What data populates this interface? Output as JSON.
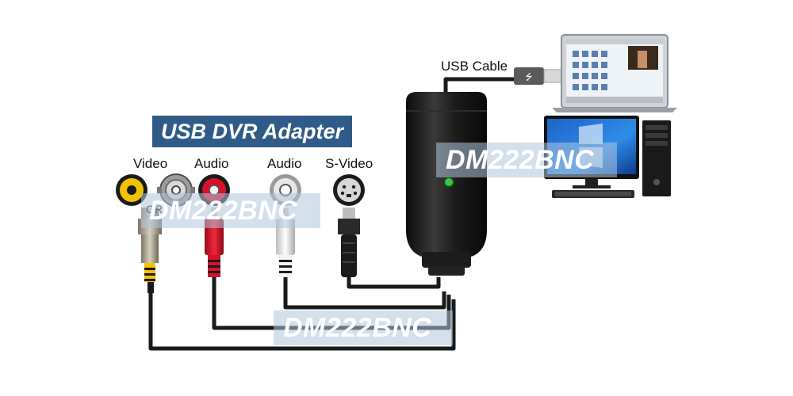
{
  "title": "USB DVR Adapter",
  "labels": {
    "video": "Video",
    "audio_left": "Audio",
    "audio_right": "Audio",
    "s_video": "S-Video",
    "or": "OR",
    "usb_cable": "USB Cable"
  },
  "watermarks": [
    "DM222BNC",
    "DM222BNC",
    "DM222BNC"
  ],
  "colors": {
    "title_bg": "#2e5b87",
    "video": "#f2c200",
    "audio_left": "#d8102a",
    "audio_right": "#e8e8e8",
    "adapter": "#1b1b1b",
    "led": "#3ec24a"
  },
  "devices": [
    "laptop",
    "desktop-monitor",
    "tower-pc",
    "keyboard"
  ]
}
